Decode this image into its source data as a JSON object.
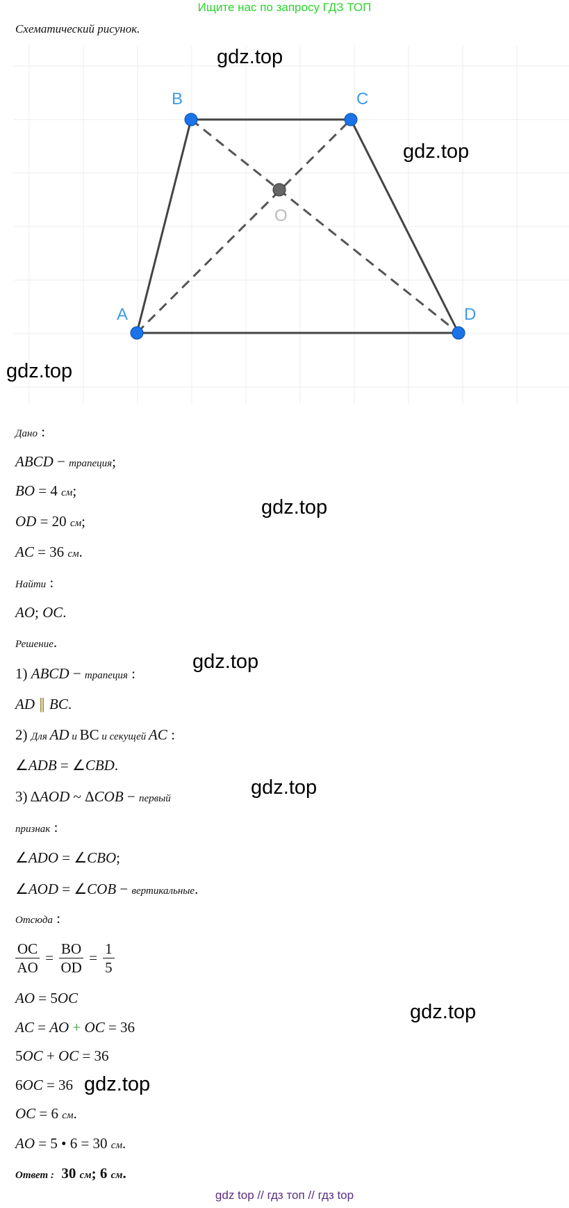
{
  "banner": "Ищите нас по запросу ГДЗ ТОП",
  "caption": "Схематический рисунок.",
  "figure": {
    "points": {
      "A": "A",
      "B": "B",
      "C": "C",
      "D": "D",
      "O": "O"
    },
    "point_color": "#1a73e8",
    "label_color": "#3d9be9",
    "center_color": "#666666"
  },
  "watermark": "gdz.top",
  "lines": [
    [
      {
        "t": "Дано",
        "s": "w"
      },
      {
        "t": " :",
        "s": "r"
      }
    ],
    [
      {
        "t": "ABCD",
        "s": "m"
      },
      {
        "t": " − ",
        "s": "r"
      },
      {
        "t": "трапеция",
        "s": "w"
      },
      {
        "t": ";",
        "s": "r"
      }
    ],
    [
      {
        "t": "BO",
        "s": "m"
      },
      {
        "t": " = 4 ",
        "s": "r"
      },
      {
        "t": "см",
        "s": "w"
      },
      {
        "t": ";",
        "s": "r"
      }
    ],
    [
      {
        "t": "OD",
        "s": "m"
      },
      {
        "t": " = 20 ",
        "s": "r"
      },
      {
        "t": "см",
        "s": "w"
      },
      {
        "t": ";",
        "s": "r"
      }
    ],
    [
      {
        "t": "AC",
        "s": "m"
      },
      {
        "t": " = 36 ",
        "s": "r"
      },
      {
        "t": "см",
        "s": "w"
      },
      {
        "t": ".",
        "s": "r"
      }
    ],
    [
      {
        "t": "Найти",
        "s": "w"
      },
      {
        "t": " :",
        "s": "r"
      }
    ],
    [
      {
        "t": "AO",
        "s": "m"
      },
      {
        "t": "; ",
        "s": "r"
      },
      {
        "t": "OC",
        "s": "m"
      },
      {
        "t": ".",
        "s": "r"
      }
    ],
    [
      {
        "t": "Решение",
        "s": "w"
      },
      {
        "t": ".",
        "s": "r"
      }
    ],
    [
      {
        "t": "1) ",
        "s": "r"
      },
      {
        "t": "ABCD",
        "s": "m"
      },
      {
        "t": " − ",
        "s": "r"
      },
      {
        "t": "трапеция",
        "s": "w"
      },
      {
        "t": " :",
        "s": "r"
      }
    ],
    [
      {
        "t": "AD",
        "s": "m"
      },
      {
        "t": " ∥ ",
        "s": "gold"
      },
      {
        "t": "BC",
        "s": "m"
      },
      {
        "t": ".",
        "s": "r"
      }
    ],
    [
      {
        "t": "2) ",
        "s": "r"
      },
      {
        "t": "Для ",
        "s": "w"
      },
      {
        "t": "AD",
        "s": "m"
      },
      {
        "t": " и ",
        "s": "w"
      },
      {
        "t": "BC",
        "s": "r"
      },
      {
        "t": " и секущей ",
        "s": "w"
      },
      {
        "t": "AC",
        "s": "m"
      },
      {
        "t": " :",
        "s": "r"
      }
    ],
    [
      {
        "t": "∠",
        "s": "r"
      },
      {
        "t": "ADB",
        "s": "m"
      },
      {
        "t": " = ∠",
        "s": "r"
      },
      {
        "t": "CBD",
        "s": "m"
      },
      {
        "t": ".",
        "s": "r"
      }
    ],
    [
      {
        "t": "3) Δ",
        "s": "r"
      },
      {
        "t": "AOD",
        "s": "m"
      },
      {
        "t": " ~ Δ",
        "s": "r"
      },
      {
        "t": "COB",
        "s": "m"
      },
      {
        "t": " − ",
        "s": "r"
      },
      {
        "t": "первый",
        "s": "w"
      }
    ],
    [
      {
        "t": "признак",
        "s": "w"
      },
      {
        "t": " :",
        "s": "r"
      }
    ],
    [
      {
        "t": "∠",
        "s": "r"
      },
      {
        "t": "ADO",
        "s": "m"
      },
      {
        "t": " = ∠",
        "s": "r"
      },
      {
        "t": "CBO",
        "s": "m"
      },
      {
        "t": ";",
        "s": "r"
      }
    ],
    [
      {
        "t": "∠",
        "s": "r"
      },
      {
        "t": "AOD",
        "s": "m"
      },
      {
        "t": " = ∠",
        "s": "r"
      },
      {
        "t": "COB",
        "s": "m"
      },
      {
        "t": " − ",
        "s": "r"
      },
      {
        "t": "вертикальные",
        "s": "w"
      },
      {
        "t": ".",
        "s": "r"
      }
    ],
    [
      {
        "t": "Отсюда",
        "s": "w"
      },
      {
        "t": " :",
        "s": "r"
      }
    ]
  ],
  "fraction": {
    "n1": "OC",
    "d1": "AO",
    "n2": "BO",
    "d2": "OD",
    "n3": "1",
    "d3": "5",
    "eq": "="
  },
  "lines2": [
    [
      {
        "t": "AO",
        "s": "m"
      },
      {
        "t": " = 5",
        "s": "r"
      },
      {
        "t": "OC",
        "s": "m"
      }
    ],
    [
      {
        "t": "AC",
        "s": "m"
      },
      {
        "t": " = ",
        "s": "r"
      },
      {
        "t": "AO",
        "s": "m"
      },
      {
        "t": " + ",
        "s": "green"
      },
      {
        "t": "OC",
        "s": "m"
      },
      {
        "t": " = 36",
        "s": "r"
      }
    ],
    [
      {
        "t": "5",
        "s": "r"
      },
      {
        "t": "OC",
        "s": "m"
      },
      {
        "t": " + ",
        "s": "r"
      },
      {
        "t": "OC",
        "s": "m"
      },
      {
        "t": " = 36",
        "s": "r"
      }
    ],
    [
      {
        "t": "6",
        "s": "r"
      },
      {
        "t": "OC",
        "s": "m"
      },
      {
        "t": " = 36",
        "s": "r"
      }
    ],
    [
      {
        "t": "OC",
        "s": "m"
      },
      {
        "t": " = 6 ",
        "s": "r"
      },
      {
        "t": "см",
        "s": "w"
      },
      {
        "t": ".",
        "s": "r"
      }
    ],
    [
      {
        "t": "AO",
        "s": "m"
      },
      {
        "t": " = 5 • 6 = 30 ",
        "s": "r"
      },
      {
        "t": "см",
        "s": "w"
      },
      {
        "t": ".",
        "s": "r"
      }
    ],
    [
      {
        "t": "Ответ :",
        "s": "w b"
      },
      {
        "t": "  30 ",
        "s": "r b"
      },
      {
        "t": "см",
        "s": "w b"
      },
      {
        "t": "; 6 ",
        "s": "r b"
      },
      {
        "t": "см",
        "s": "w b"
      },
      {
        "t": ".",
        "s": "r b"
      }
    ]
  ],
  "footer": "gdz top  //  гдз топ  //  гдз top"
}
